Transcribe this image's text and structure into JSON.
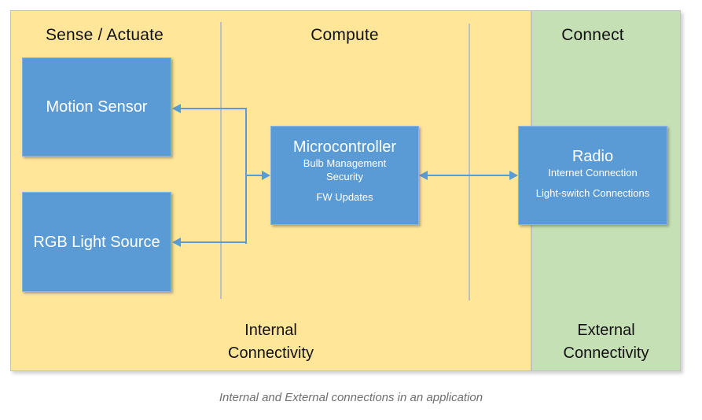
{
  "headers": {
    "sense_actuate": "Sense / Actuate",
    "compute": "Compute",
    "connect": "Connect"
  },
  "boxes": {
    "motion_sensor": {
      "title": "Motion Sensor"
    },
    "rgb_light_source": {
      "title": "RGB Light Source"
    },
    "microcontroller": {
      "title": "Microcontroller",
      "lines": [
        "Bulb Management",
        "Security",
        "FW Updates"
      ]
    },
    "radio": {
      "title": "Radio",
      "lines": [
        "Internet Connection",
        "Light-switch Connections"
      ]
    }
  },
  "footers": {
    "internal": {
      "line1": "Internal",
      "line2": "Connectivity"
    },
    "external": {
      "line1": "External",
      "line2": "Connectivity"
    }
  },
  "caption": "Internal and External connections in an application",
  "colors": {
    "internal_region_bg": "#FFE699",
    "external_region_bg": "#C5E0B4",
    "box_fill": "#5B9BD5",
    "connector": "#5B9BD5",
    "divider": "#BFBFBF",
    "caption_text": "#6E6E6E"
  }
}
